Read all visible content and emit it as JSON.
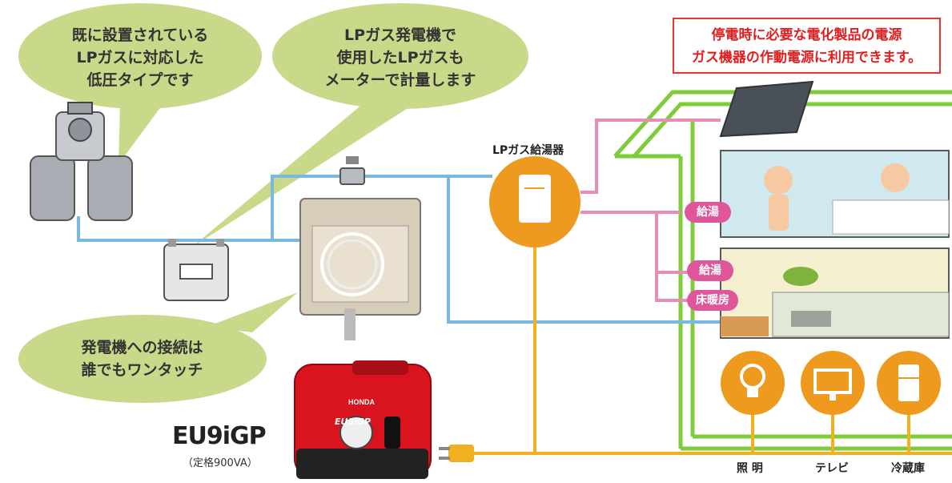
{
  "bubbles": {
    "lpg_supply": [
      "既に設置されている",
      "LPガスに対応した",
      "低圧タイプです"
    ],
    "meter": [
      "LPガス発電機で",
      "使用したLPガスも",
      "メーターで計量します"
    ],
    "connection": [
      "発電機への接続は",
      "誰でもワンタッチ"
    ]
  },
  "notice": [
    "停電時に必要な電化製品の電源",
    "ガス機器の作動電源に利用できます。"
  ],
  "heater_label": "LPガス給湯器",
  "pills": {
    "bath_hot_water": "給湯",
    "kitchen_hot_water": "給湯",
    "floor_heating": "床暖房"
  },
  "generator": {
    "model": "EU9iGP",
    "rating": "（定格900VA）",
    "brand": "HONDA",
    "badge": "EU9iGP"
  },
  "appliances": [
    "照 明",
    "テレビ",
    "冷蔵庫"
  ],
  "colors": {
    "bubble": "#c9d98a",
    "gas_line": "#7ab8e0",
    "power_line": "#f0b020",
    "hot_water_line": "#e88cb8",
    "house_outline": "#7fcc3a",
    "heater_circle": "#ee9a1e",
    "generator_red": "#d9141e"
  }
}
